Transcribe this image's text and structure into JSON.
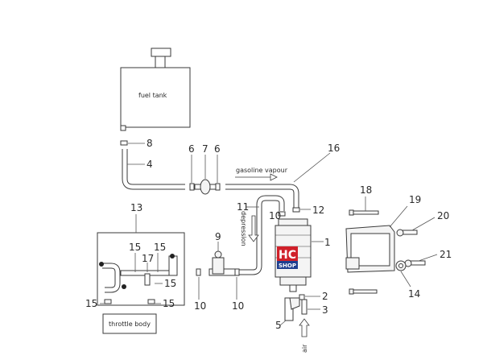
{
  "labels": {
    "fuel_tank": "fuel tank",
    "gasoline_vapour": "gasoline vapour",
    "depression": "depression",
    "throttle_body": "throttle body",
    "air": "air"
  },
  "logo": {
    "line1": "HC",
    "line2": "SHOP"
  },
  "callouts": {
    "n1": "1",
    "n2": "2",
    "n3": "3",
    "n4": "4",
    "n5": "5",
    "n6a": "6",
    "n6b": "6",
    "n7": "7",
    "n8": "8",
    "n9": "9",
    "n10a": "10",
    "n10b": "10",
    "n10c": "10",
    "n11": "11",
    "n12": "12",
    "n13": "13",
    "n14": "14",
    "n15a": "15",
    "n15b": "15",
    "n15c": "15",
    "n15d": "15",
    "n15e": "15",
    "n16": "16",
    "n17": "17",
    "n18": "18",
    "n19": "19",
    "n20": "20",
    "n21": "21"
  },
  "colors": {
    "line": "#3a3a3a",
    "logo_red": "#d0202a",
    "logo_blue": "#1f3f8f"
  }
}
